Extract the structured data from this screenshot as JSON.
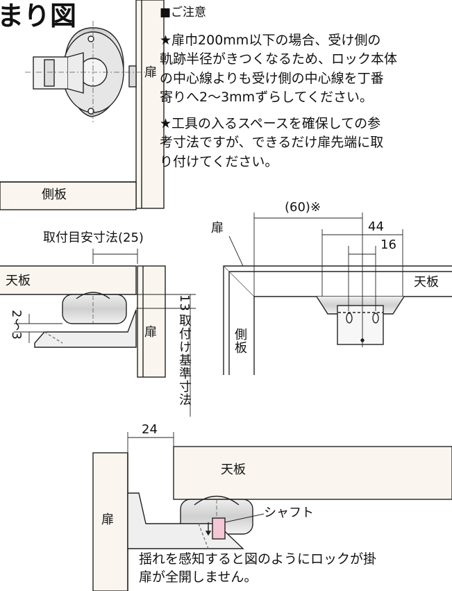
{
  "title_fragment": "まり図",
  "notes": {
    "heading": "■ご注意",
    "note1_lines": [
      "★扉巾200mm以下の場合、受け側の",
      "軌跡半径がきつくなるため、ロック本体",
      "の中心線よりも受け側の中心線を丁番",
      "寄りへ2〜3mmずらしてください。"
    ],
    "note2_lines": [
      "★工具の入るスペースを確保しての参",
      "考寸法ですが、できるだけ扉先端に取",
      "り付けてください。"
    ]
  },
  "labels": {
    "door": "扉",
    "side_panel": "側板",
    "top_panel": "天板",
    "side_vertical": "側板",
    "shaft": "シャフト",
    "install_reference": "取付け基準寸法",
    "install_guide": "取付目安寸法(25)"
  },
  "dimensions": {
    "d60": "(60)※",
    "d44": "44",
    "d16": "16",
    "d13": "13",
    "d2to3": "2〜3",
    "d24": "24"
  },
  "bottom_note": {
    "line1": "揺れを感知すると図のようにロックが掛",
    "line2": "扉が全開しません。"
  }
}
